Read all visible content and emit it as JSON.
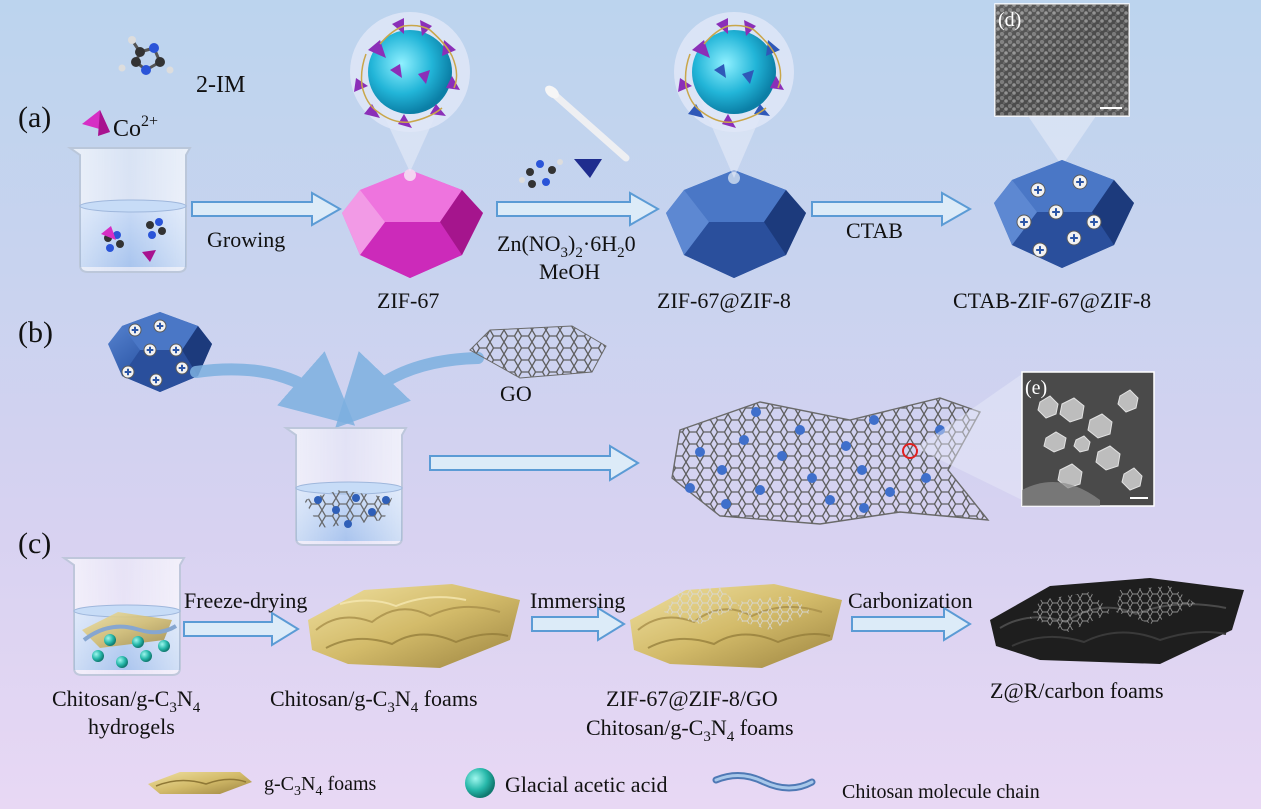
{
  "panels": {
    "a": "(a)",
    "b": "(b)",
    "c": "(c)",
    "d": "(d)",
    "e": "(e)"
  },
  "row_a": {
    "ligand": "2-IM",
    "metal_base": "Co",
    "metal_charge": "2+",
    "step1": "Growing",
    "product1": "ZIF-67",
    "reagent_zn": "Zn(NO",
    "reagent_zn_sub": "3",
    "reagent_zn_end": ")",
    "reagent_zn_sub2": "2",
    "reagent_zn_hydrate": "·6H",
    "reagent_zn_sub3": "2",
    "reagent_zn_tail": "0",
    "solvent": "MeOH",
    "product2": "ZIF-67@ZIF-8",
    "step3": "CTAB",
    "product3": "CTAB-ZIF-67@ZIF-8"
  },
  "row_b": {
    "go_label": "GO"
  },
  "row_c": {
    "step1": "Freeze-drying",
    "step2": "Immersing",
    "step3": "Carbonization",
    "start_line1_a": "Chitosan/g-C",
    "start_sub1": "3",
    "start_mid": "N",
    "start_sub2": "4",
    "start_line2": "hydrogels",
    "foam1_a": "Chitosan/g-C",
    "foam1_sub1": "3",
    "foam1_mid": "N",
    "foam1_sub2": "4",
    "foam1_end": " foams",
    "foam2_line1": "ZIF-67@ZIF-8/GO",
    "foam2_a": "Chitosan/g-C",
    "foam2_sub1": "3",
    "foam2_mid": "N",
    "foam2_sub2": "4",
    "foam2_end": " foams",
    "final": "Z@R/carbon foams"
  },
  "legend": {
    "item1_a": "g-C",
    "item1_sub1": "3",
    "item1_mid": "N",
    "item1_sub2": "4",
    "item1_end": " foams",
    "item2": "Glacial acetic acid",
    "item3": "Chitosan molecule chain"
  },
  "colors": {
    "zif67": "#e040c8",
    "zif8": "#2f5fb0",
    "arrow_fill": "#cfe4f6",
    "arrow_stroke": "#5b9bd5",
    "foam": "#d8c37a",
    "carbon": "#1c1c1c"
  }
}
